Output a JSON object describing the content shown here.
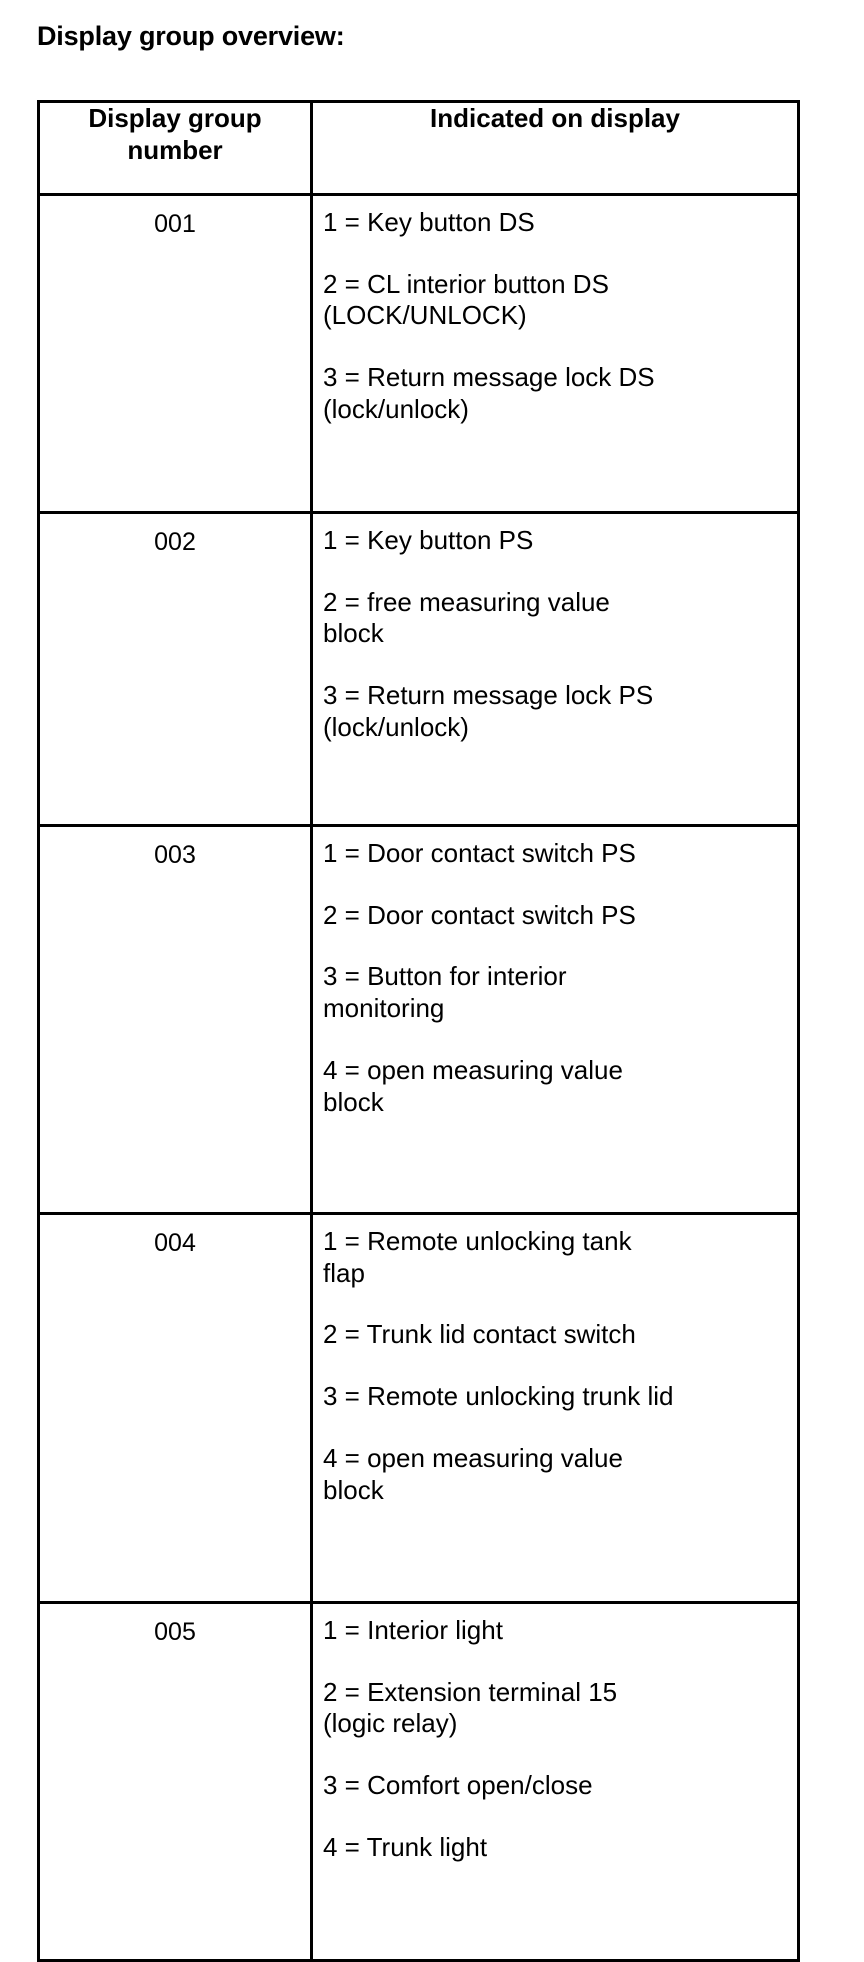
{
  "page": {
    "heading": "Display group overview:"
  },
  "table": {
    "name": "display-group-overview-table",
    "columns": [
      {
        "key": "number",
        "label": "Display group number"
      },
      {
        "key": "indicated",
        "label": "Indicated on display"
      }
    ],
    "rows": [
      {
        "number": "001",
        "items": [
          {
            "main": "1 = Key button DS",
            "sub": ""
          },
          {
            "main": "2 = CL interior button DS",
            "sub": "(LOCK/UNLOCK)"
          },
          {
            "main": "3 = Return message lock DS",
            "sub": "(lock/unlock)"
          }
        ]
      },
      {
        "number": "002",
        "items": [
          {
            "main": "1 = Key button PS",
            "sub": ""
          },
          {
            "main": "2 = free measuring value",
            "sub": "block"
          },
          {
            "main": "3 = Return message lock PS",
            "sub": "(lock/unlock)"
          }
        ]
      },
      {
        "number": "003",
        "items": [
          {
            "main": "1 = Door contact switch PS",
            "sub": ""
          },
          {
            "main": "2 = Door contact switch PS",
            "sub": ""
          },
          {
            "main": "3 = Button for interior",
            "sub": "monitoring"
          },
          {
            "main": "4 = open measuring value",
            "sub": "block"
          }
        ]
      },
      {
        "number": "004",
        "items": [
          {
            "main": "1 = Remote unlocking tank",
            "sub": "flap"
          },
          {
            "main": "2 = Trunk lid contact switch",
            "sub": ""
          },
          {
            "main": "3 = Remote unlocking trunk lid",
            "sub": ""
          },
          {
            "main": "4 = open measuring value",
            "sub": "block"
          }
        ]
      },
      {
        "number": "005",
        "items": [
          {
            "main": "1 = Interior light",
            "sub": ""
          },
          {
            "main": "2 = Extension terminal 15",
            "sub": "(logic relay)"
          },
          {
            "main": "3 = Comfort open/close",
            "sub": ""
          },
          {
            "main": "4 = Trunk light",
            "sub": ""
          }
        ]
      }
    ]
  },
  "colors": {
    "background": "#ffffff",
    "text": "#000000",
    "border": "#000000"
  }
}
